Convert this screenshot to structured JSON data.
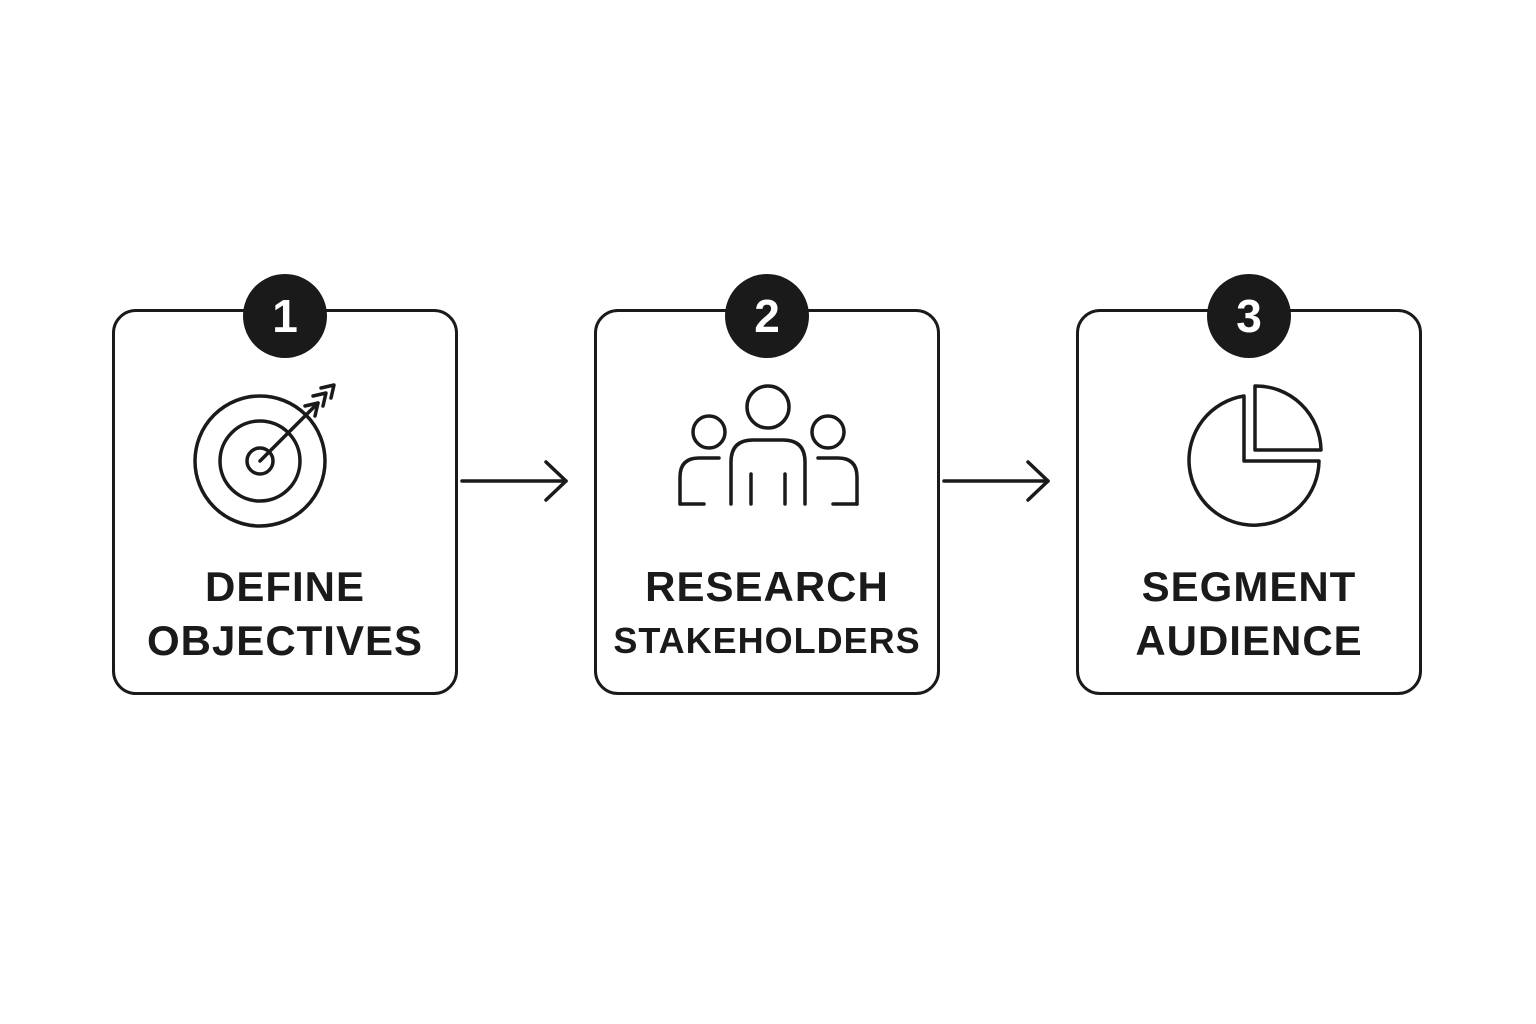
{
  "steps": [
    {
      "number": "1",
      "line1": "DEFINE",
      "line2": "OBJECTIVES",
      "icon": "target-icon"
    },
    {
      "number": "2",
      "line1": "RESEARCH",
      "line2": "STAKEHOLDERS",
      "icon": "people-group-icon"
    },
    {
      "number": "3",
      "line1": "SEGMENT",
      "line2": "AUDIENCE",
      "icon": "pie-chart-icon"
    }
  ],
  "colors": {
    "stroke": "#1a1a1a",
    "background": "#ffffff",
    "badge_text": "#ffffff"
  }
}
